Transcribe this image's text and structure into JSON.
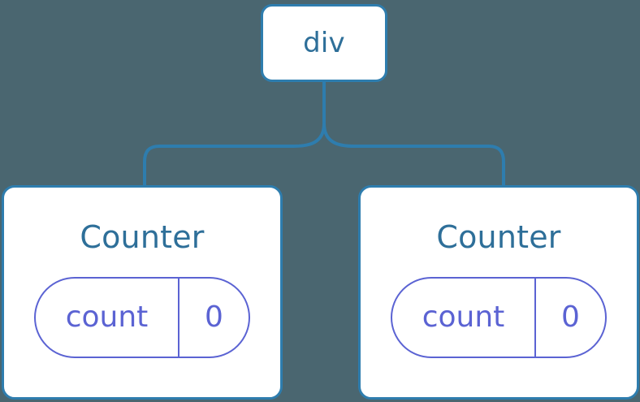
{
  "diagram": {
    "type": "component-tree",
    "background_color": "#4a6670",
    "node_border_color": "#2e7dae",
    "node_text_color": "#2e6f99",
    "pill_color": "#5b63d3",
    "connector_color": "#2e7dae",
    "root": {
      "label": "div"
    },
    "children": [
      {
        "label": "Counter",
        "state": {
          "key": "count",
          "value": "0"
        }
      },
      {
        "label": "Counter",
        "state": {
          "key": "count",
          "value": "0"
        }
      }
    ]
  }
}
